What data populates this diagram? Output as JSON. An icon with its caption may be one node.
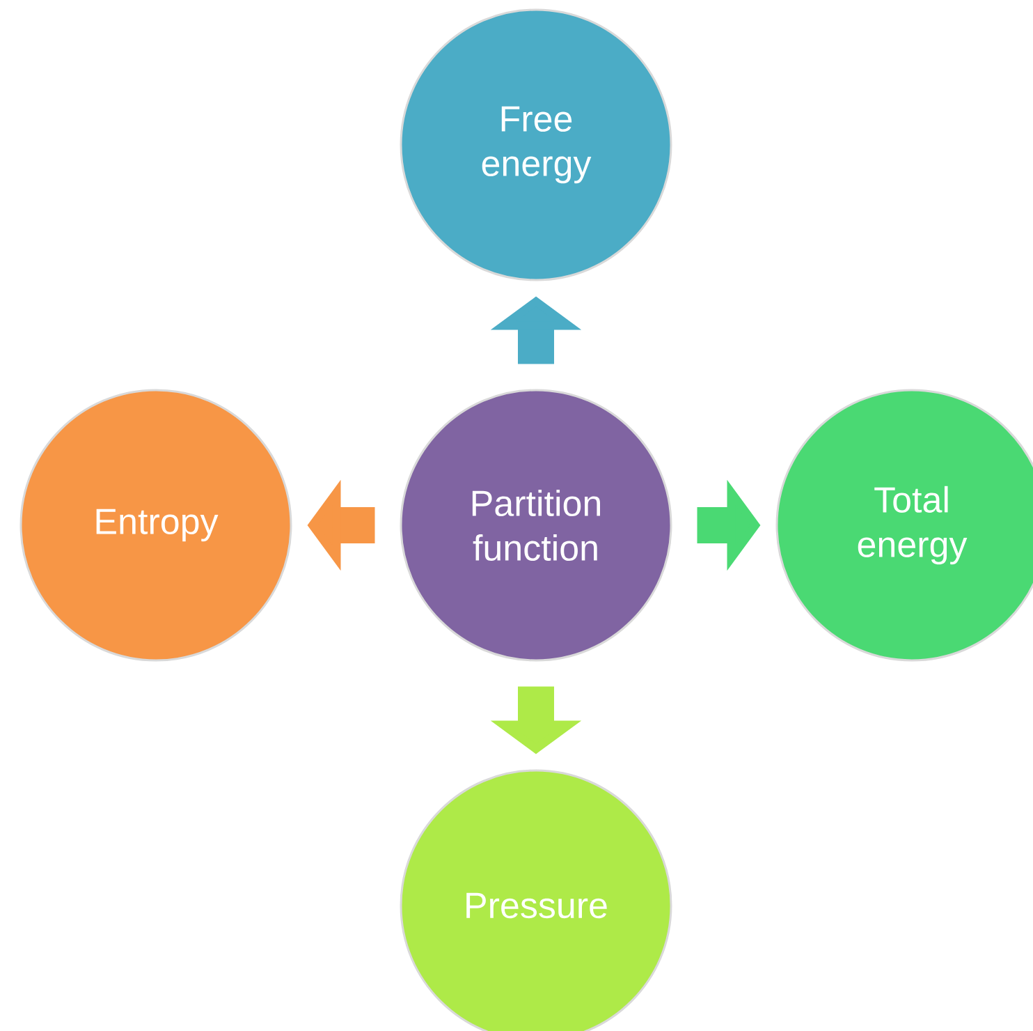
{
  "diagram": {
    "nodes": [
      {
        "text": [
          "Partition function"
        ]
      },
      {
        "text": [
          "Free energy"
        ]
      },
      {
        "text": [
          "Entropy"
        ]
      },
      {
        "text": [
          "Total energy"
        ]
      },
      {
        "text": [
          "Pressure"
        ]
      }
    ],
    "edges": [
      {
        "from": 0,
        "to": 1,
        "arrow": "to",
        "color": "#4bacc6"
      },
      {
        "from": 0,
        "to": 2,
        "arrow": "to",
        "color": "#f79646"
      },
      {
        "from": 0,
        "to": 3,
        "arrow": "to",
        "color": "#4ad973"
      },
      {
        "from": 0,
        "to": 4,
        "arrow": "to",
        "color": "#aeea48"
      }
    ]
  }
}
